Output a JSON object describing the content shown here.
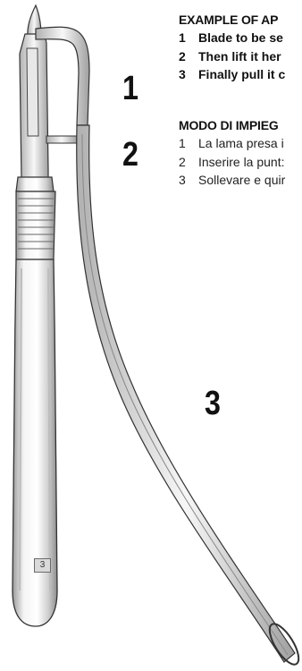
{
  "steps_en": {
    "heading": "EXAMPLE OF AP",
    "items": [
      {
        "num": "1",
        "text": "Blade to be se"
      },
      {
        "num": "2",
        "text": "Then lift it her"
      },
      {
        "num": "3",
        "text": "Finally pull it c"
      }
    ]
  },
  "steps_it": {
    "heading": "MODO DI IMPIEG",
    "items": [
      {
        "num": "1",
        "text": "La lama presa i"
      },
      {
        "num": "2",
        "text": "Inserire la punt:"
      },
      {
        "num": "3",
        "text": "Sollevare e quir"
      }
    ]
  },
  "callouts": {
    "one": "1",
    "two": "2",
    "three": "3"
  },
  "handle_marking": "3",
  "colors": {
    "text": "#111111",
    "metal_light": "#f0f0f0",
    "metal_dark": "#8a8a8a",
    "outline": "#333333"
  }
}
